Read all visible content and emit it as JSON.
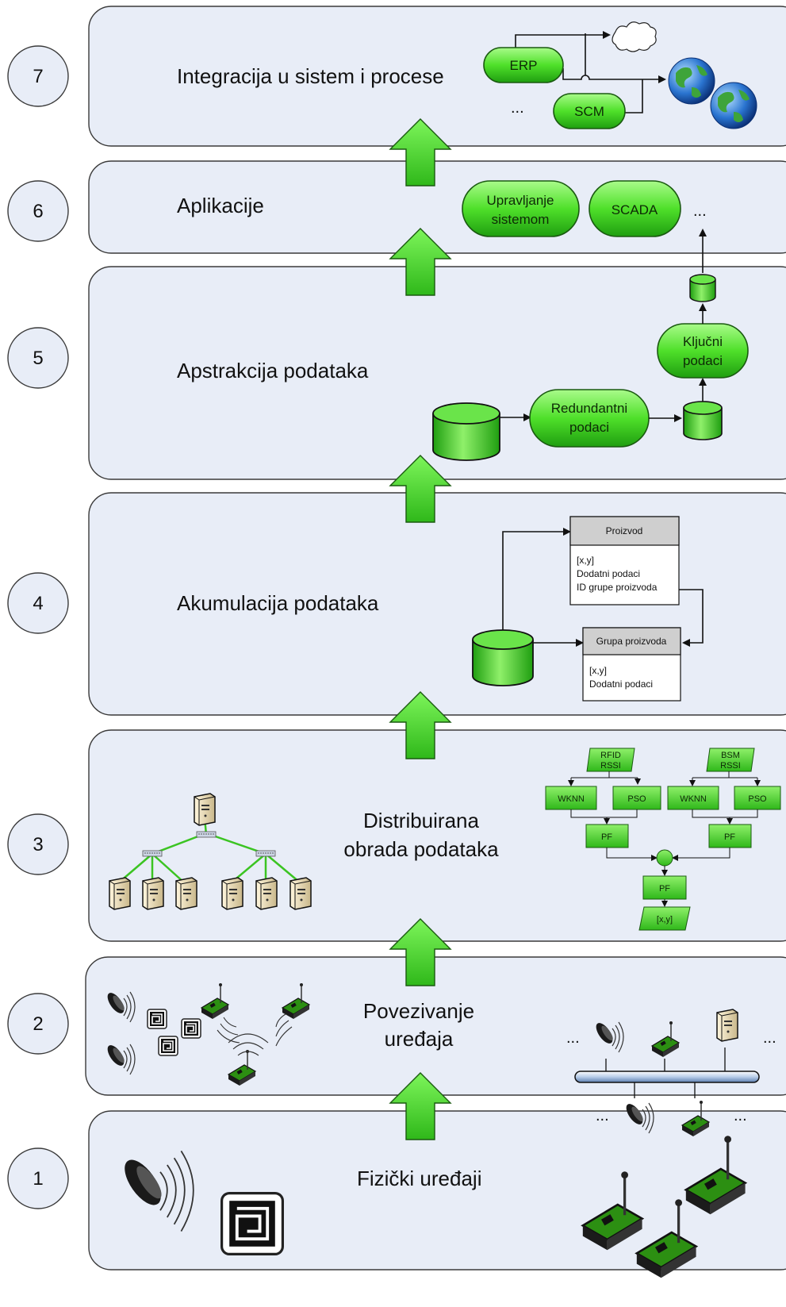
{
  "layers": [
    {
      "number": "7",
      "title": "Integracija u sistem i procese"
    },
    {
      "number": "6",
      "title": "Aplikacije"
    },
    {
      "number": "5",
      "title": "Apstrakcija podataka"
    },
    {
      "number": "4",
      "title": "Akumulacija podataka"
    },
    {
      "number": "3",
      "title_line1": "Distribuirana",
      "title_line2": "obrada podataka"
    },
    {
      "number": "2",
      "title_line1": "Povezivanje",
      "title_line2": "uređaja"
    },
    {
      "number": "1",
      "title": "Fizički uređaji"
    }
  ],
  "layer7": {
    "erp": "ERP",
    "scm": "SCM",
    "ellipsis": "..."
  },
  "layer6": {
    "app1_line1": "Upravljanje",
    "app1_line2": "sistemom",
    "app2": "SCADA",
    "ellipsis": "..."
  },
  "layer5": {
    "redundant_line1": "Redundantni",
    "redundant_line2": "podaci",
    "key_line1": "Ključni",
    "key_line2": "podaci"
  },
  "layer4": {
    "product_header": "Proizvod",
    "product_fields": [
      "[x,y]",
      "Dodatni podaci",
      "ID grupe proizvoda"
    ],
    "group_header": "Grupa proizvoda",
    "group_fields": [
      "[x,y]",
      "Dodatni podaci"
    ]
  },
  "layer3": {
    "input1_line1": "RFID",
    "input1_line2": "RSSI",
    "input2_line1": "BSM",
    "input2_line2": "RSSI",
    "wknn": "WKNN",
    "pso": "PSO",
    "pf": "PF",
    "output": "[x,y]"
  },
  "layer2": {
    "ellipsis": "..."
  },
  "colors": {
    "layer_fill": "#e8edf7",
    "green_light": "#7df55a",
    "green_dark": "#1f9e10",
    "arrow_green": "#4fd12a"
  }
}
